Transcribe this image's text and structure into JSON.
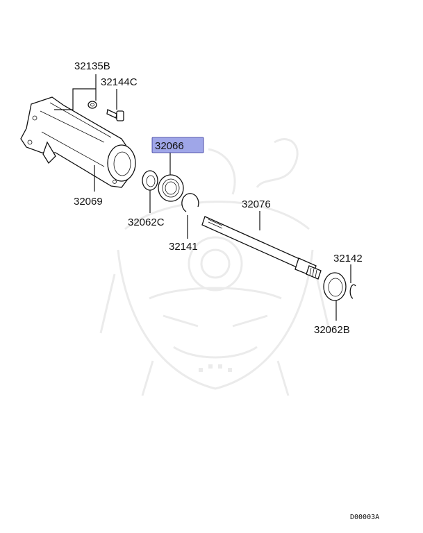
{
  "parts": {
    "p32135B": "32135B",
    "p32144C": "32144C",
    "p32066": "32066",
    "p32069": "32069",
    "p32062C": "32062C",
    "p32141": "32141",
    "p32076": "32076",
    "p32142": "32142",
    "p32062B": "32062B"
  },
  "highlight_color": "#9fa6e8",
  "document_code": "D00003A",
  "watermark": "samurai-helmet-logo"
}
